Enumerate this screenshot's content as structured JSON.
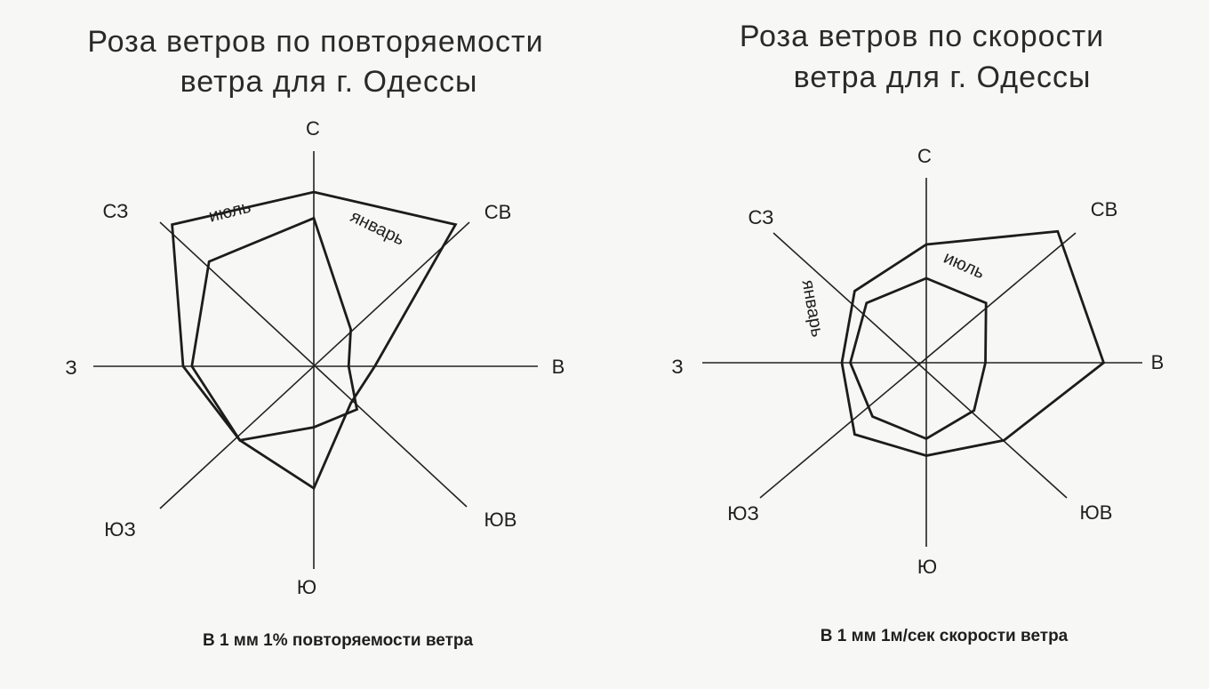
{
  "chart_data": [
    {
      "type": "radar",
      "title": [
        "Роза ветров по повторяемости",
        "ветра для г. Одессы"
      ],
      "categories": [
        "С",
        "СВ",
        "В",
        "ЮВ",
        "Ю",
        "ЮЗ",
        "З",
        "СЗ"
      ],
      "series": [
        {
          "name": "июль",
          "values": [
            20,
            23,
            7,
            6,
            14,
            12,
            15,
            23
          ]
        },
        {
          "name": "январь",
          "values": [
            17,
            6,
            4,
            7,
            7,
            12,
            14,
            17
          ]
        }
      ],
      "note": "В 1 мм 1% повторяемости ветра"
    },
    {
      "type": "radar",
      "title": [
        "Роза ветров по скорости",
        "ветра для г. Одессы"
      ],
      "categories": [
        "С",
        "СВ",
        "В",
        "ЮВ",
        "Ю",
        "ЮЗ",
        "З",
        "СЗ"
      ],
      "series": [
        {
          "name": "январь",
          "values": [
            14,
            22,
            21,
            13,
            11,
            12,
            10,
            12
          ]
        },
        {
          "name": "июль",
          "values": [
            10,
            10,
            7,
            8,
            9,
            9,
            9,
            10
          ]
        }
      ],
      "note": "В 1 мм 1м/сек скорости ветра"
    }
  ]
}
